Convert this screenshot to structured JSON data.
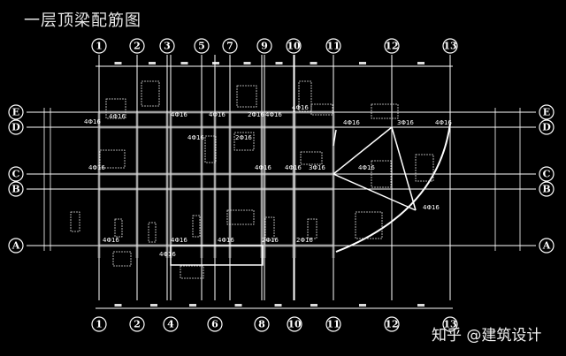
{
  "title": "一层顶梁配筋图",
  "watermark": "知乎 @建筑设计",
  "axes": {
    "top": [
      "1",
      "2",
      "3",
      "5",
      "7",
      "9",
      "10",
      "11",
      "12",
      "13"
    ],
    "bottom": [
      "1",
      "2",
      "4",
      "6",
      "8",
      "10",
      "11",
      "12",
      "13"
    ],
    "left": [
      "E",
      "D",
      "C",
      "B",
      "A"
    ],
    "right": [
      "E",
      "D",
      "C",
      "B",
      "A"
    ]
  },
  "rebar_labels": [
    "4Φ16",
    "4Φ16",
    "4Φ16",
    "4Φ16",
    "2Φ16",
    "4Φ16",
    "4Φ16",
    "4Φ16",
    "3Φ16",
    "4Φ16",
    "4Φ16",
    "4Φ16",
    "2Φ16",
    "4Φ16",
    "4Φ16",
    "3Φ16",
    "4Φ16",
    "4Φ16",
    "4Φ16",
    "4Φ16",
    "4Φ16",
    "2Φ16",
    "2Φ16",
    "4Φ16"
  ],
  "colors": {
    "background": "#000000",
    "lines": "#ffffff"
  }
}
